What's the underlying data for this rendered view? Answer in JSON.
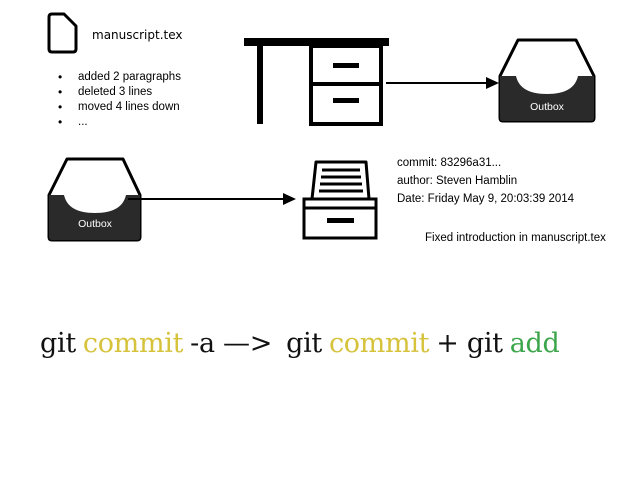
{
  "file": {
    "name": "manuscript.tex",
    "icon": "document-icon"
  },
  "changes": [
    "added 2 paragraphs",
    "deleted 3 lines",
    "moved 4 lines down",
    "..."
  ],
  "outbox_top": {
    "label": "Outbox",
    "icon": "inbox-tray-icon"
  },
  "outbox_left": {
    "label": "Outbox",
    "icon": "inbox-tray-icon"
  },
  "desk": {
    "icon": "desk-icon"
  },
  "archive": {
    "icon": "filing-cabinet-icon"
  },
  "commit": {
    "hash_line": "commit: 83296a31...",
    "author_line": "author: Steven Hamblin",
    "date_line": "Date: Friday May 9, 20:03:39 2014",
    "message": "Fixed introduction in manuscript.tex"
  },
  "formula": {
    "part1": "git",
    "part2": "commit",
    "part3": "-a —>",
    "part4": "git",
    "part5": "commit",
    "part6": "+ git",
    "part7": "add"
  },
  "colors": {
    "commit_word": "#d6c23b",
    "add_word": "#3da64c",
    "tray_fill": "#2a2a2a",
    "text": "#111111"
  }
}
